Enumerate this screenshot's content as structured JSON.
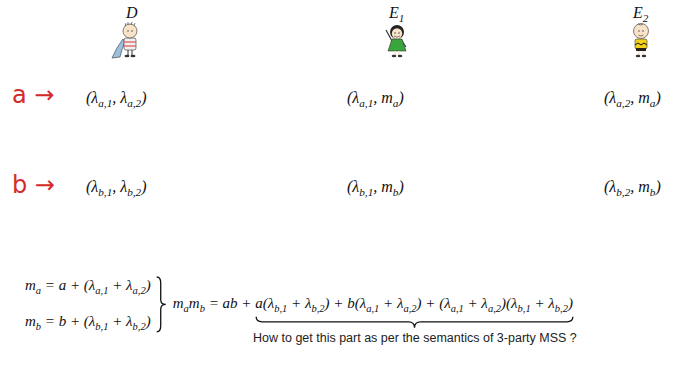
{
  "diagram": {
    "labels": [
      "D",
      "E",
      "1",
      "E",
      "2",
      "a →",
      "(λ",
      "a,1",
      ", λ",
      "a,2",
      ")",
      "(λ",
      "a,1",
      ", m",
      "a",
      ")",
      "(λ",
      "a,2",
      ", m",
      "a",
      ")",
      "b →",
      "(λ",
      "b,1",
      ", λ",
      "b,2",
      ")",
      "(λ",
      "b,1",
      ", m",
      "b",
      ")",
      "(λ",
      "b,2",
      ", m",
      "b",
      ")",
      "m",
      "a",
      " = a + (λ",
      "a,1",
      " + λ",
      "a,2",
      ")",
      "m",
      "b",
      " = b + (λ",
      "b,1",
      " + λ",
      "b,2",
      ")",
      "m",
      "a",
      "m",
      "b",
      " = ab + ",
      "a(λ",
      "b,1",
      " + λ",
      "b,2",
      ") + b(λ",
      "a,1",
      " + λ",
      "a,2",
      ") + (λ",
      "a,1",
      " + λ",
      "a,2",
      ")(λ",
      "b,1",
      " + λ",
      "b,2",
      ")",
      "How to get this part as per the semantics of 3-party MSS ?"
    ]
  }
}
